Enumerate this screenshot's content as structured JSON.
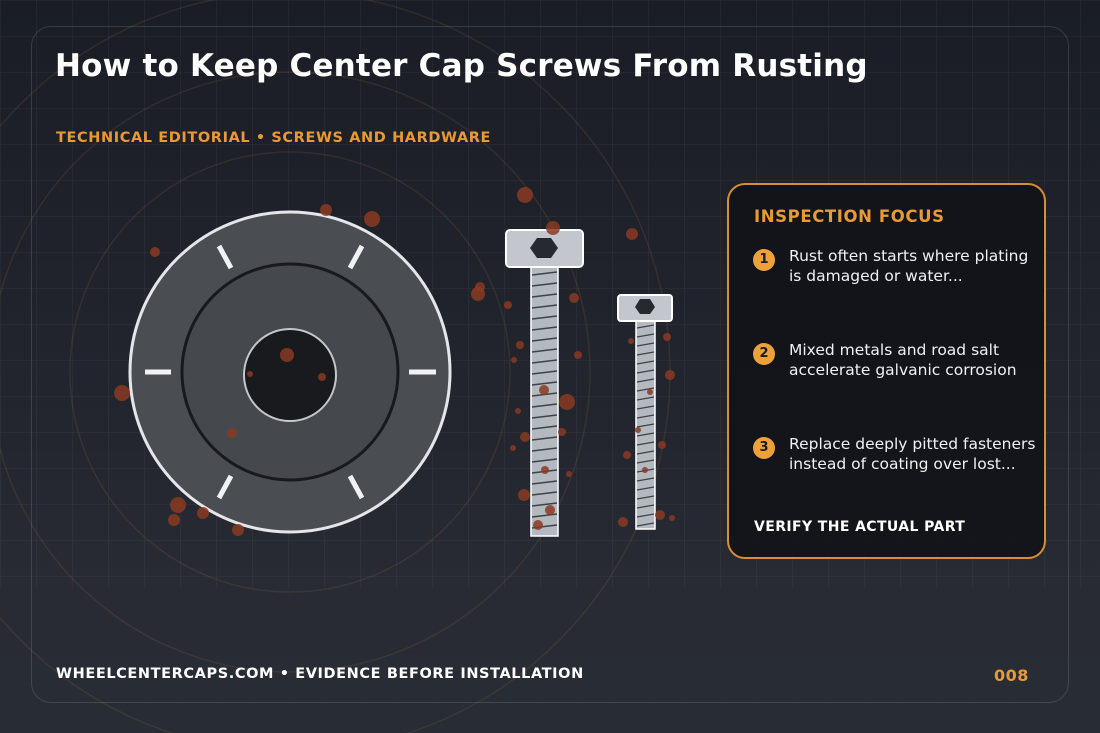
{
  "header": {
    "title": "How to Keep Center Cap Screws From Rusting",
    "eyebrow": "TECHNICAL EDITORIAL • SCREWS AND HARDWARE"
  },
  "panel": {
    "title": "INSPECTION FOCUS",
    "items": [
      {
        "number": "1",
        "text": "Rust often starts where plating is damaged or water..."
      },
      {
        "number": "2",
        "text": "Mixed metals and road salt accelerate galvanic corrosion"
      },
      {
        "number": "3",
        "text": "Replace deeply pitted fasteners instead of coating over lost..."
      }
    ],
    "footer": "VERIFY THE ACTUAL PART"
  },
  "footer": {
    "site": "WHEELCENTERCAPS.COM • EVIDENCE BEFORE INSTALLATION",
    "page_number": "008"
  },
  "colors": {
    "accent": "#e89a36",
    "rust": "#8a3a22",
    "background": "#1b1e27"
  },
  "icons": [
    "center-cap-illustration",
    "screw-illustration",
    "rust-spots"
  ]
}
